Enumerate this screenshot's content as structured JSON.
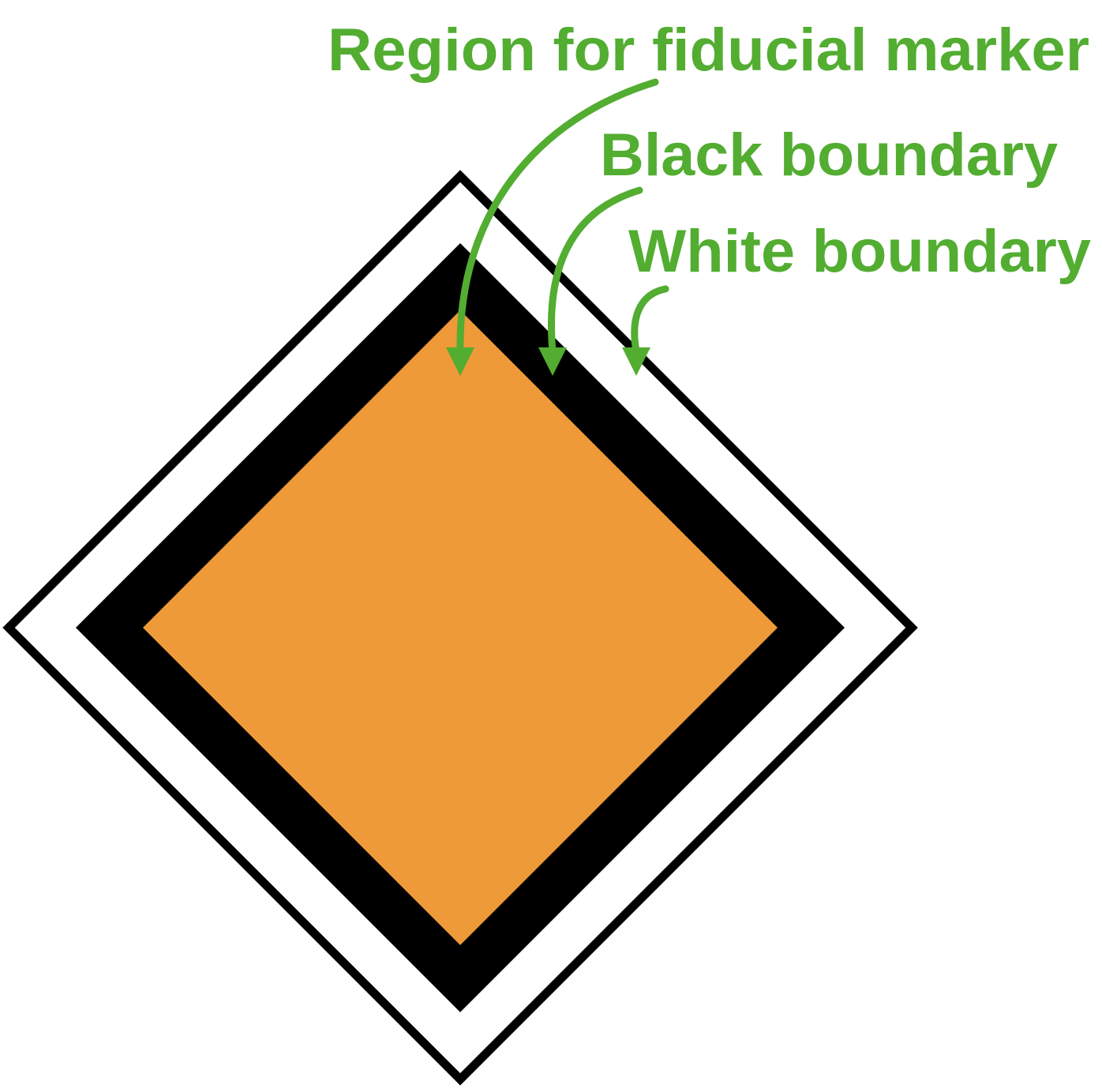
{
  "labels": {
    "region": "Region for fiducial marker",
    "black_boundary": "Black boundary",
    "white_boundary": "White boundary"
  },
  "colors": {
    "background": "#ffffff",
    "outline": "#000000",
    "black_band": "#000000",
    "region_fill": "#ef9a38",
    "annotation": "#52ad31"
  }
}
